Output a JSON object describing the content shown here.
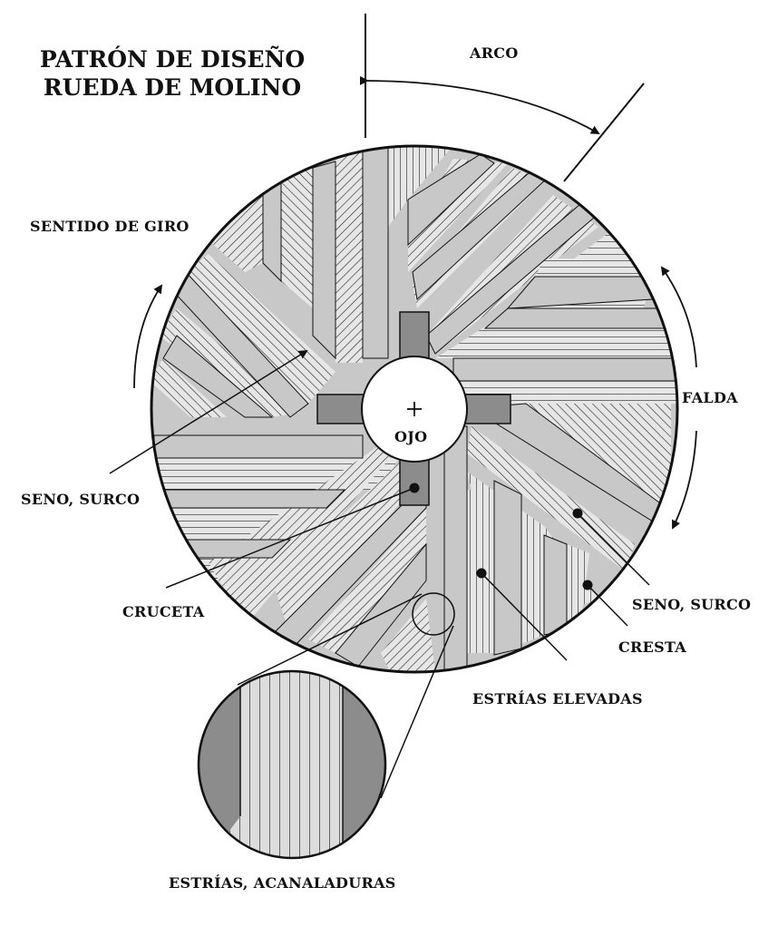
{
  "title": {
    "line1": "PATRÓN DE DISEÑO",
    "line2": "RUEDA DE MOLINO"
  },
  "labels": {
    "arco": "ARCO",
    "sentido_de_giro": "SENTIDO DE GIRO",
    "falda": "FALDA",
    "ojo": "OJO",
    "seno_surco_left": "SENO, SURCO",
    "cruceta": "CRUCETA",
    "seno_surco_right": "SENO, SURCO",
    "cresta": "CRESTA",
    "estrias_elevadas": "ESTRÍAS ELEVADAS",
    "estrias_acanaladuras": "ESTRÍAS, ACANALADURAS"
  },
  "colors": {
    "outline": "#111111",
    "land_fill": "#c8c8c8",
    "hatch_stroke": "#222222",
    "rynd_fill": "#8c8c8c",
    "eye_fill": "#ffffff"
  }
}
